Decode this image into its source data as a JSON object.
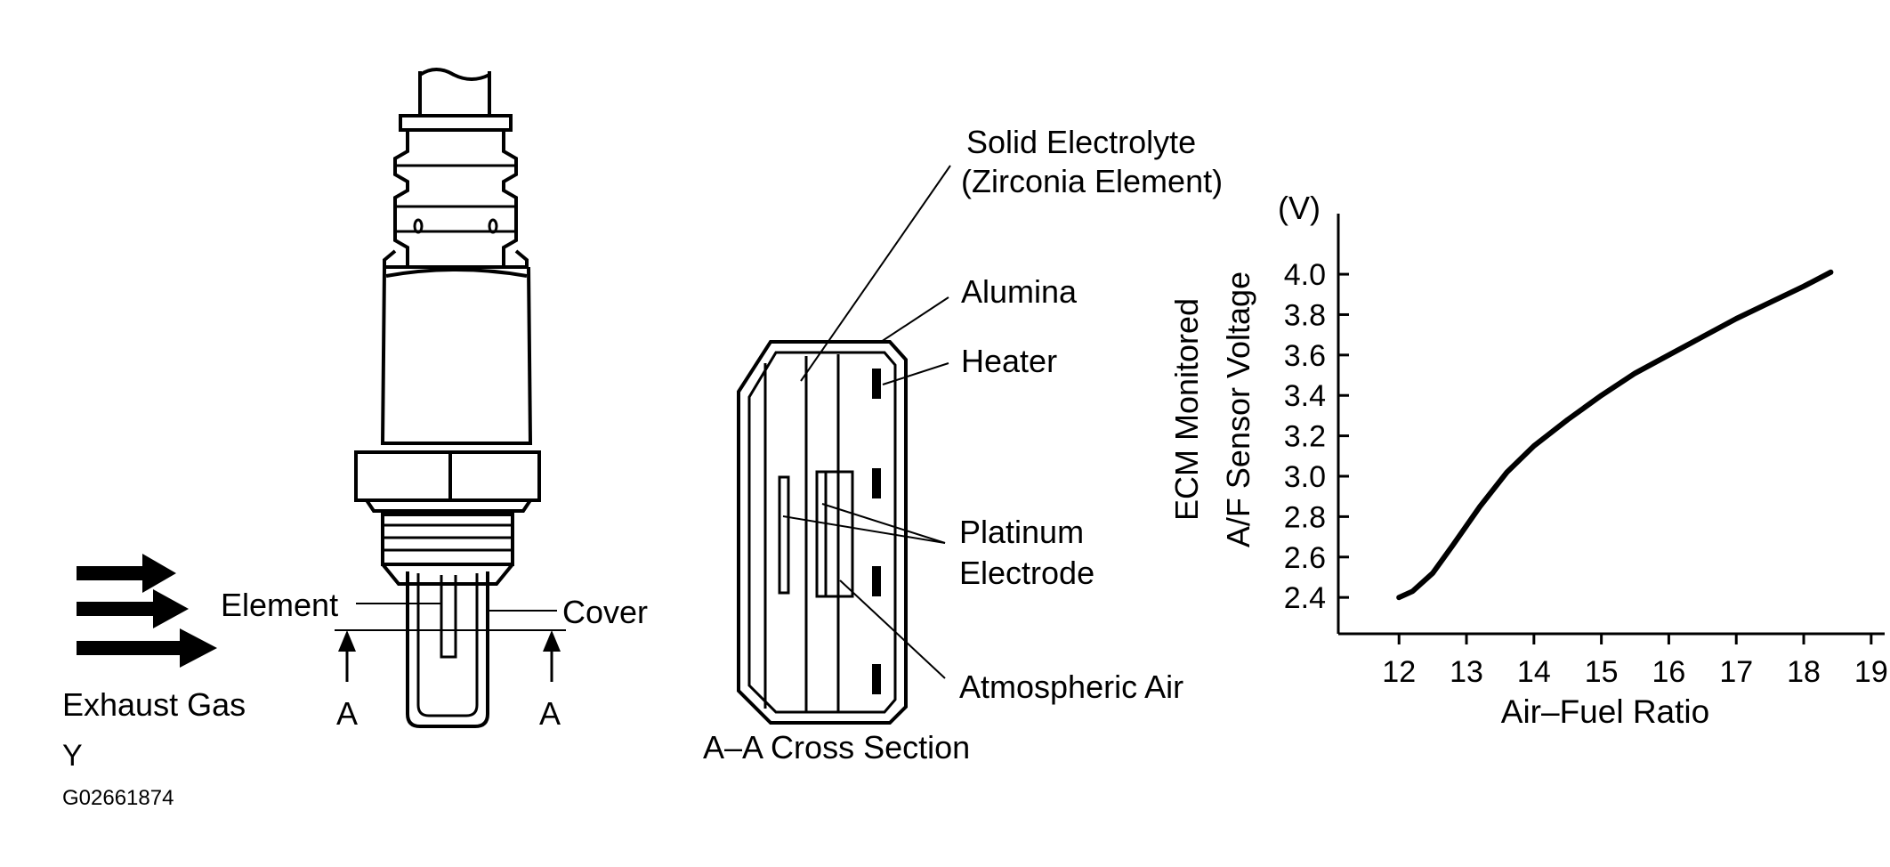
{
  "sensor": {
    "label_element": "Element",
    "label_cover": "Cover",
    "label_exhaust_gas": "Exhaust Gas",
    "label_section_left": "A",
    "label_section_right": "A"
  },
  "cross_section": {
    "title": "A–A Cross Section",
    "label_solid_electrolyte_line1": "Solid Electrolyte",
    "label_solid_electrolyte_line2": "(Zirconia Element)",
    "label_alumina": "Alumina",
    "label_heater": "Heater",
    "label_platinum_line1": "Platinum",
    "label_platinum_line2": "Electrode",
    "label_atmospheric_air": "Atmospheric Air"
  },
  "footer": {
    "code_letter": "Y",
    "figure_id": "G02661874"
  },
  "chart_data": {
    "type": "line",
    "xlabel": "Air–Fuel Ratio",
    "ylabel_line1": "ECM Monitored",
    "ylabel_line2": "A/F Sensor Voltage",
    "y_unit": "(V)",
    "xlim": [
      11.1,
      19.2
    ],
    "ylim": [
      2.22,
      4.3
    ],
    "x_ticks": [
      "12",
      "13",
      "14",
      "15",
      "16",
      "17",
      "18",
      "19"
    ],
    "y_ticks": [
      "2.4",
      "2.6",
      "2.8",
      "3.0",
      "3.2",
      "3.4",
      "3.6",
      "3.8",
      "4.0"
    ],
    "grid": false,
    "series": [
      {
        "x": [
          12.0,
          12.2,
          12.5,
          12.8,
          13.2,
          13.6,
          14.0,
          14.5,
          15.0,
          15.5,
          16.0,
          16.5,
          17.0,
          17.5,
          18.0,
          18.4
        ],
        "y": [
          2.4,
          2.43,
          2.52,
          2.66,
          2.85,
          3.02,
          3.15,
          3.28,
          3.4,
          3.51,
          3.6,
          3.69,
          3.78,
          3.86,
          3.94,
          4.01
        ]
      }
    ]
  }
}
